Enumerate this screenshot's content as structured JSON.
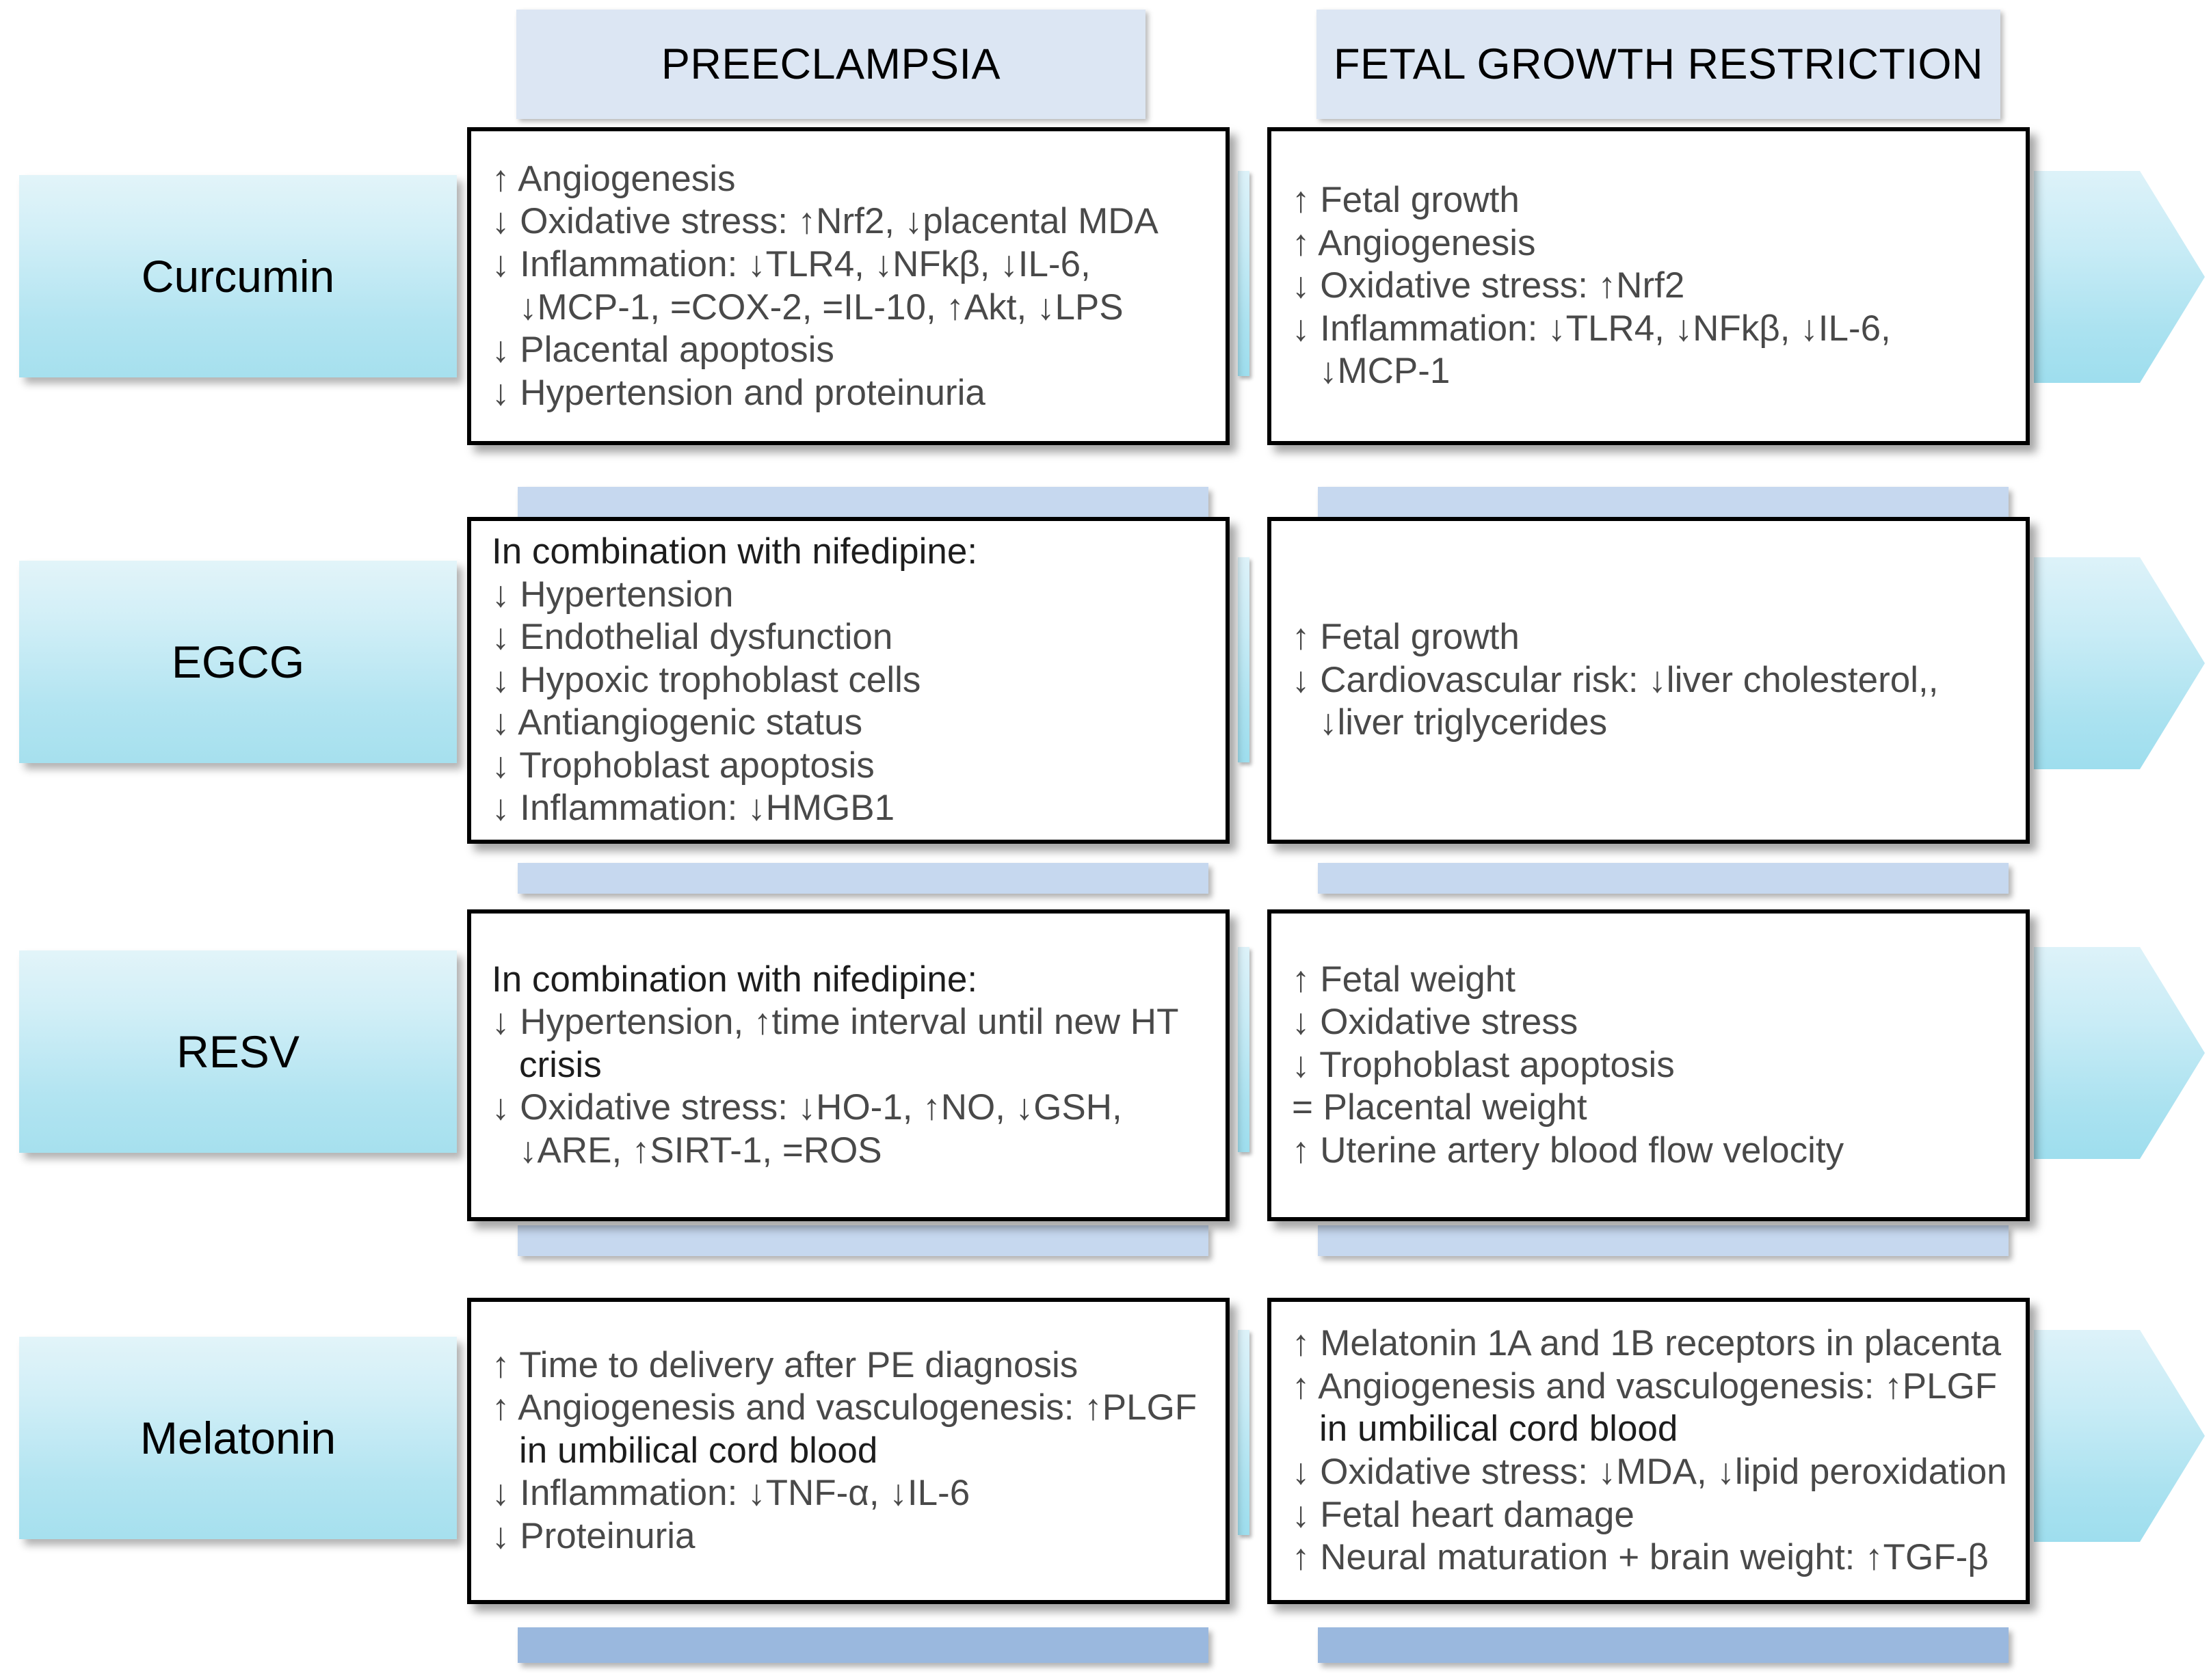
{
  "headers": {
    "preeclampsia": "PREECLAMPSIA",
    "fetal_growth_restriction": "FETAL GROWTH RESTRICTION"
  },
  "colors": {
    "header_bar": "#dce6f3",
    "tile_gradient_top": "#e2f4f9",
    "tile_gradient_bottom": "#a6e0ee",
    "connector_bar": "#c6d8ef",
    "connector_bar_deep": "#9ab8de",
    "box_border": "#000000",
    "body_text": "#494949"
  },
  "rows": [
    {
      "drug": "Curcumin",
      "preeclampsia": [
        "↑ Angiogenesis",
        "↓ Oxidative stress: ↑Nrf2, ↓placental MDA",
        "↓ Inflammation: ↓TLR4, ↓NFkβ, ↓IL-6,",
        "↓MCP-1, =COX-2, =IL-10, ↑Akt, ↓LPS",
        "↓ Placental apoptosis",
        "↓ Hypertension and proteinuria"
      ],
      "preeclampsia_indent": [
        false,
        false,
        false,
        true,
        false,
        false
      ],
      "fetal_growth_restriction": [
        "↑ Fetal growth",
        "↑ Angiogenesis",
        "↓ Oxidative stress: ↑Nrf2",
        "↓ Inflammation: ↓TLR4, ↓NFkβ, ↓IL-6,",
        "↓MCP-1"
      ],
      "fetal_growth_restriction_indent": [
        false,
        false,
        false,
        false,
        true
      ]
    },
    {
      "drug": "EGCG",
      "preeclampsia": [
        "In combination with nifedipine:",
        "↓ Hypertension",
        "↓ Endothelial dysfunction",
        "↓ Hypoxic trophoblast cells",
        "↓ Antiangiogenic status",
        "↓ Trophoblast apoptosis",
        "↓ Inflammation: ↓HMGB1"
      ],
      "preeclampsia_indent": [
        false,
        false,
        false,
        false,
        false,
        false,
        false
      ],
      "fetal_growth_restriction": [
        "↑ Fetal growth",
        "↓ Cardiovascular risk: ↓liver cholesterol,,",
        "↓liver triglycerides"
      ],
      "fetal_growth_restriction_indent": [
        false,
        false,
        true
      ]
    },
    {
      "drug": "RESV",
      "preeclampsia": [
        "In combination with nifedipine:",
        "↓ Hypertension, ↑time interval until new HT",
        "crisis",
        "↓ Oxidative stress: ↓HO-1, ↑NO, ↓GSH,",
        "↓ARE, ↑SIRT-1, =ROS"
      ],
      "preeclampsia_indent": [
        false,
        false,
        true,
        false,
        true
      ],
      "fetal_growth_restriction": [
        "↑ Fetal weight",
        "↓ Oxidative stress",
        "↓ Trophoblast apoptosis",
        "= Placental weight",
        "↑ Uterine artery blood flow velocity"
      ],
      "fetal_growth_restriction_indent": [
        false,
        false,
        false,
        false,
        false
      ]
    },
    {
      "drug": "Melatonin",
      "preeclampsia": [
        "↑ Time to delivery after PE diagnosis",
        "↑ Angiogenesis and vasculogenesis: ↑PLGF",
        "in umbilical cord blood",
        "↓ Inflammation: ↓TNF-α, ↓IL-6",
        "↓ Proteinuria"
      ],
      "preeclampsia_indent": [
        false,
        false,
        true,
        false,
        false
      ],
      "fetal_growth_restriction": [
        "↑ Melatonin 1A and 1B receptors in placenta",
        "↑ Angiogenesis and vasculogenesis: ↑PLGF",
        "in umbilical cord blood",
        "↓ Oxidative stress: ↓MDA, ↓lipid peroxidation",
        "↓ Fetal heart damage",
        "↑ Neural maturation + brain weight: ↑TGF-β"
      ],
      "fetal_growth_restriction_indent": [
        false,
        false,
        true,
        false,
        false,
        false
      ]
    }
  ]
}
